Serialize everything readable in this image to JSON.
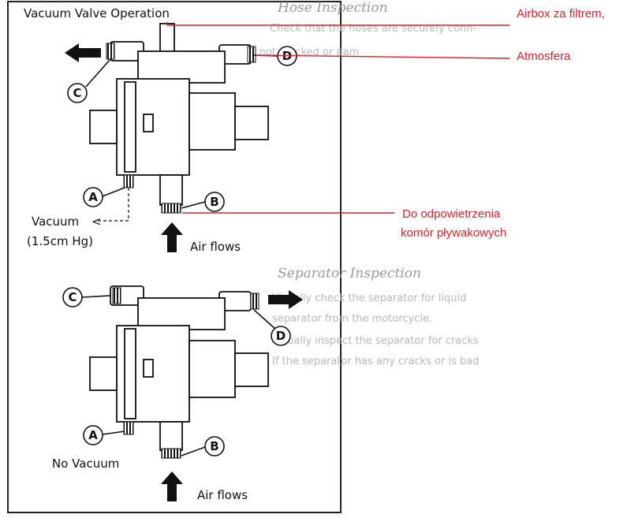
{
  "scan": {
    "title": "Vacuum Valve Operation",
    "top_diagram": {
      "labels": {
        "a": "A",
        "b": "B",
        "c": "C",
        "d": "D"
      },
      "vacuum_label": "Vacuum",
      "vacuum_value": "(1.5cm Hg)",
      "air_flows": "Air flows"
    },
    "bottom_diagram": {
      "labels": {
        "a": "A",
        "b": "B",
        "c": "C",
        "d": "D"
      },
      "no_vacuum": "No Vacuum",
      "air_flows": "Air flows"
    },
    "background_text": {
      "hose_inspection": "Hose Inspection",
      "hose_line1": "Check that the hoses are securely conn-",
      "hose_line2": "and not cracked or dam",
      "separator_heading": "Separator Inspection",
      "sep_line1": "Visually check the separator for liquid",
      "sep_line2": "separator from the motorcycle.",
      "sep_line3": "Visually inspect the separator for cracks",
      "sep_line4": "If the separator has any cracks or is bad"
    }
  },
  "annotations": {
    "airbox": "Airbox za filtrem,",
    "atmosfera": "Atmosfera",
    "do_odpowietrzenia_line1": "Do odpowietrzenia",
    "do_odpowietrzenia_line2": "komór pływakowych"
  },
  "colors": {
    "annotation_red": "#d2232a",
    "ink": "#111111",
    "page_border": "#222222"
  }
}
